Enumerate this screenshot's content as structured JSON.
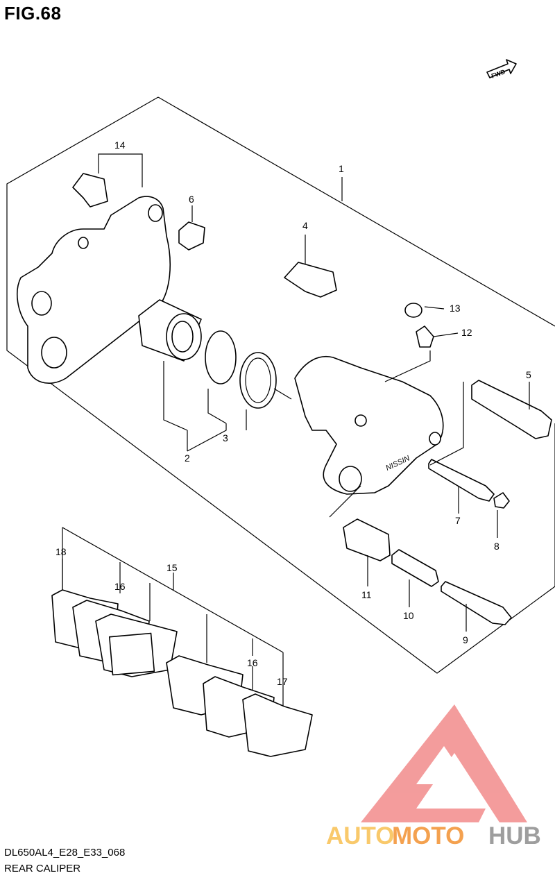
{
  "figure_title": "FIG.68",
  "model_code": "DL650AL4_E28_E33_068",
  "caption": "REAR CALIPER",
  "fwd_label": "FWD",
  "caliper_stamp": "NISSIN",
  "callouts": [
    "1",
    "2",
    "3",
    "4",
    "5",
    "6",
    "7",
    "8",
    "9",
    "10",
    "11",
    "12",
    "13",
    "14",
    "15",
    "16",
    "16",
    "17",
    "18"
  ],
  "watermark": {
    "word_a": "AUTO",
    "word_b": "MOTO",
    "word_c": "HUB",
    "color_a": "#f9c96b",
    "color_b": "#f4a14f",
    "color_c": "#9e9e9e",
    "logo_color": "#f28b8b"
  }
}
